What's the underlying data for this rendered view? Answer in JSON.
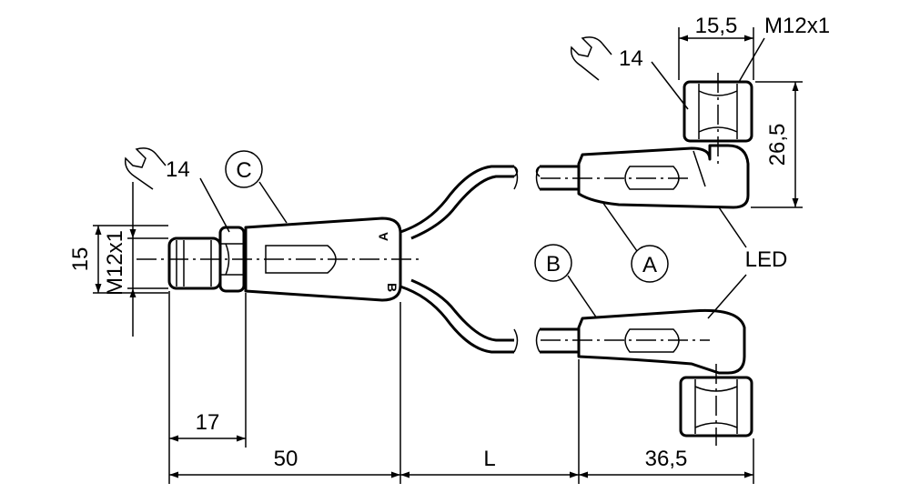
{
  "labels": {
    "dim_15_5": "15,5",
    "thread_top": "M12x1",
    "wrench_top": "14",
    "dim_26_5": "26,5",
    "marker_c": "C",
    "wrench_left": "14",
    "dim_15": "15",
    "thread_left": "M12x1",
    "marker_a": "A",
    "marker_b": "B",
    "led": "LED",
    "body_a": "A",
    "body_b": "B",
    "dim_17": "17",
    "dim_50": "50",
    "dim_l": "L",
    "dim_36_5": "36,5"
  },
  "icons": [
    "wrench-icon-top",
    "wrench-icon-left"
  ]
}
